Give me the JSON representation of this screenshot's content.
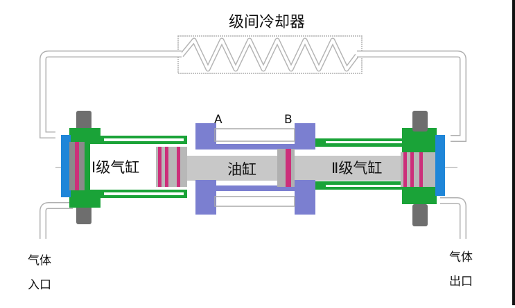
{
  "diagram": {
    "title": "级间冷却器",
    "labels": {
      "stage1_cylinder": "Ⅰ级气缸",
      "oil_cylinder": "油缸",
      "stage2_cylinder": "Ⅱ级气缸",
      "port_a": "A",
      "port_b": "B",
      "gas_inlet_line1": "气体",
      "gas_inlet_line2": "入口",
      "gas_outlet_line1": "气体",
      "gas_outlet_line2": "出口"
    },
    "colors": {
      "stage_cylinder_body": "#1aa338",
      "oil_cylinder_body": "#7b7fd0",
      "end_cap": "#1f86d8",
      "piston_ring": "#cc2f7a",
      "rod": "#c8c8c8",
      "valve": "#6e6e6e",
      "pipe": "#aaaaaa"
    }
  }
}
